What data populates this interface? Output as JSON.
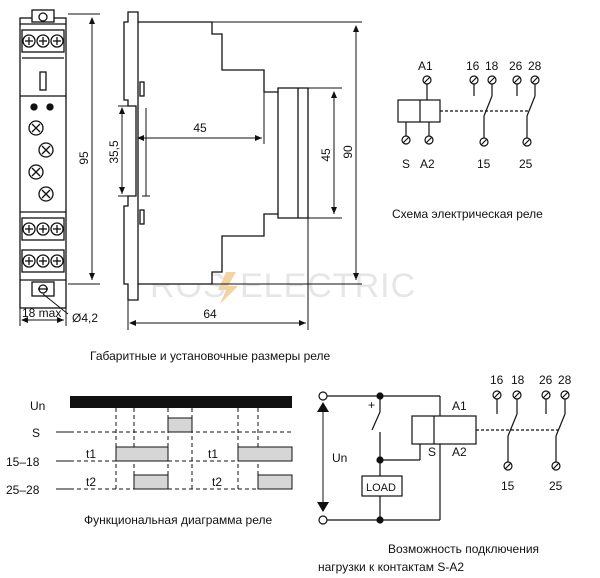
{
  "watermark": {
    "left": "ROS",
    "right": "ELECTRIC"
  },
  "dimensions": {
    "height_total": "95",
    "mount_spacing": "35,5",
    "depth_inner": "45",
    "height_right": "45",
    "height_overall": "90",
    "width_max": "18 max",
    "hole": "Ø4,2",
    "depth_total": "64"
  },
  "schematic": {
    "caption": "Схема электрическая реле",
    "terminals_top": [
      "A1",
      "16",
      "18",
      "26",
      "28"
    ],
    "terminals_bottom": [
      "S",
      "A2",
      "15",
      "25"
    ]
  },
  "dims_caption": "Габаритные и установочные размеры реле",
  "timing": {
    "caption": "Функциональная диаграмма реле",
    "rows": [
      "Un",
      "S",
      "15–18",
      "25–28"
    ],
    "labels": {
      "t1a": "t1",
      "t1b": "t1",
      "t2a": "t2",
      "t2b": "t2"
    }
  },
  "load_circuit": {
    "caption_line1": "Возможность подключения",
    "caption_line2": "нагрузки к контактам S-A2",
    "un": "Un",
    "load": "LOAD",
    "plus": "+",
    "s": "S",
    "a1": "A1",
    "a2": "A2",
    "terminals_top": [
      "16",
      "18",
      "26",
      "28"
    ],
    "terminals_bottom": [
      "15",
      "25"
    ]
  }
}
